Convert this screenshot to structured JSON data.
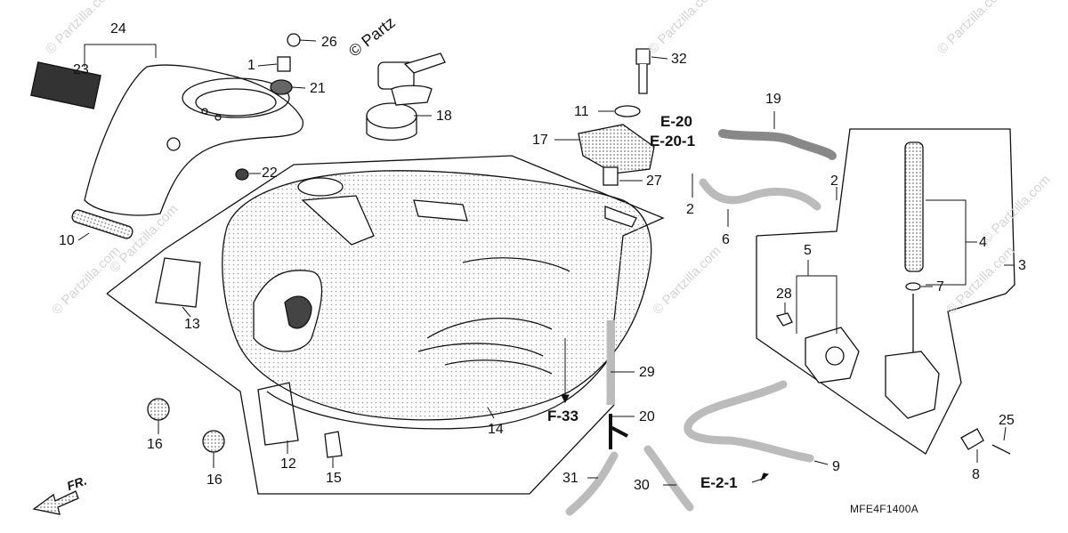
{
  "diagram": {
    "watermark": "© Partzilla.com",
    "watermark_main": "© Partz",
    "diagram_code": "MFE4F1400A",
    "direction_label": "FR.",
    "references": {
      "e20": "E-20",
      "e20_1": "E-20-1",
      "f33": "F-33",
      "e2_1": "E-2-1"
    },
    "callouts": {
      "c1": "1",
      "c2a": "2",
      "c2b": "2",
      "c3": "3",
      "c4": "4",
      "c5": "5",
      "c6": "6",
      "c7": "7",
      "c8": "8",
      "c9": "9",
      "c10": "10",
      "c11": "11",
      "c12": "12",
      "c13": "13",
      "c14": "14",
      "c15": "15",
      "c16a": "16",
      "c16b": "16",
      "c17": "17",
      "c18": "18",
      "c19": "19",
      "c20": "20",
      "c21": "21",
      "c22": "22",
      "c23": "23",
      "c24": "24",
      "c25": "25",
      "c26": "26",
      "c27": "27",
      "c28": "28",
      "c29": "29",
      "c30": "30",
      "c31": "31",
      "c32": "32"
    }
  }
}
